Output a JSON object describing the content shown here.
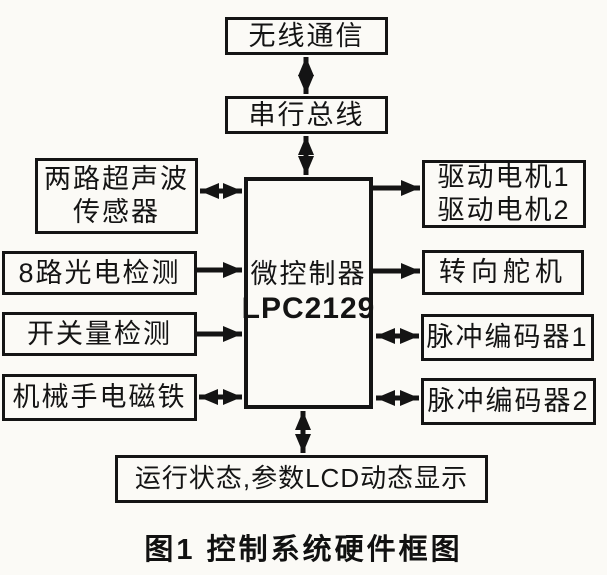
{
  "diagram": {
    "caption": "图1 控制系统硬件框图",
    "colors": {
      "ink": "#141414",
      "paper": "#fbfaf6"
    },
    "nodes": {
      "wireless_comm": {
        "label": "无线通信"
      },
      "serial_bus": {
        "label": "串行总线"
      },
      "mcu": {
        "lines": [
          "微控制器",
          "LPC2129"
        ]
      },
      "ultrasonic_sensors": {
        "lines": [
          "两路超声波",
          "传感器"
        ]
      },
      "photoelectric_detect": {
        "label": "8路光电检测"
      },
      "switch_detect": {
        "label": "开关量检测"
      },
      "electromagnet": {
        "label": "机械手电磁铁"
      },
      "drive_motors": {
        "lines": [
          "驱动电机1",
          "驱动电机2"
        ]
      },
      "steering_servo": {
        "label": "转向舵机"
      },
      "pulse_encoder_1": {
        "label": "脉冲编码器1"
      },
      "pulse_encoder_2": {
        "label": "脉冲编码器2"
      },
      "lcd_display": {
        "label": "运行状态,参数LCD动态显示"
      }
    },
    "edges": [
      {
        "from": "wireless_comm",
        "to": "serial_bus",
        "arrows": "both"
      },
      {
        "from": "serial_bus",
        "to": "mcu",
        "arrows": "both"
      },
      {
        "from": "ultrasonic_sensors",
        "to": "mcu",
        "arrows": "both"
      },
      {
        "from": "photoelectric_detect",
        "to": "mcu",
        "arrows": "to"
      },
      {
        "from": "switch_detect",
        "to": "mcu",
        "arrows": "to"
      },
      {
        "from": "electromagnet",
        "to": "mcu",
        "arrows": "both"
      },
      {
        "from": "mcu",
        "to": "drive_motors",
        "arrows": "to"
      },
      {
        "from": "mcu",
        "to": "steering_servo",
        "arrows": "to"
      },
      {
        "from": "mcu",
        "to": "pulse_encoder_1",
        "arrows": "both"
      },
      {
        "from": "mcu",
        "to": "pulse_encoder_2",
        "arrows": "both"
      },
      {
        "from": "mcu",
        "to": "lcd_display",
        "arrows": "both"
      }
    ]
  }
}
